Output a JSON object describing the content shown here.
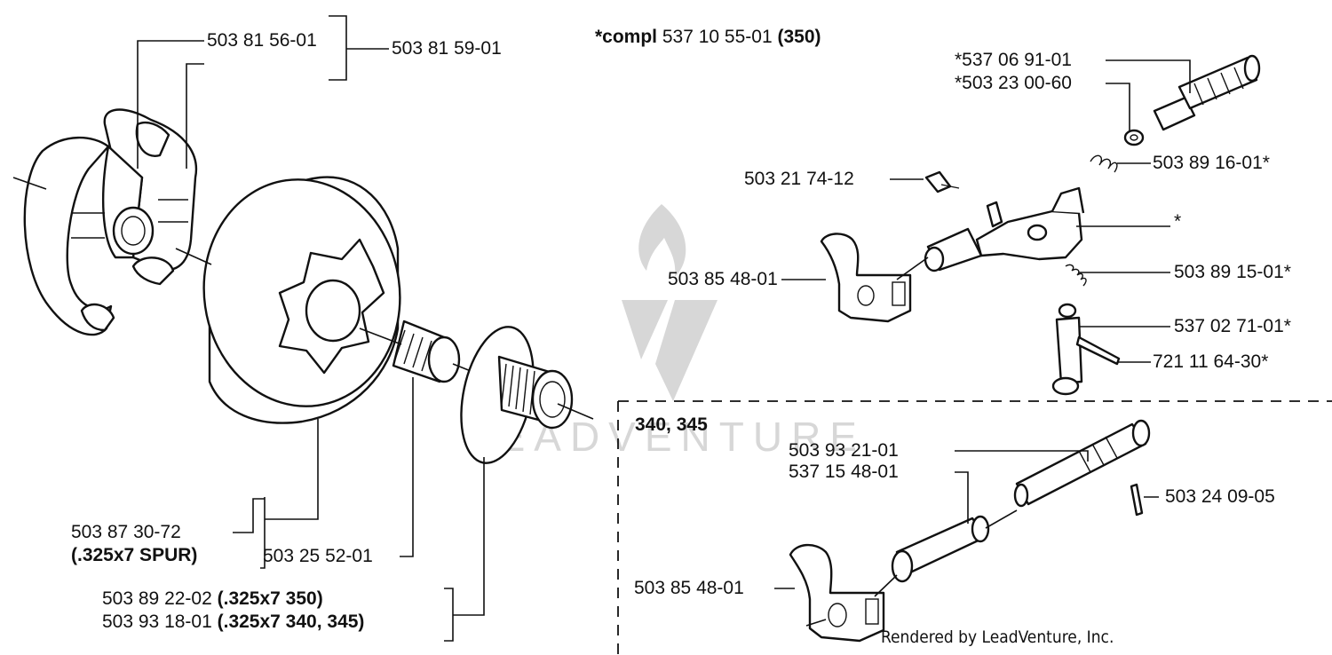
{
  "header": {
    "compl_prefix": "*compl",
    "compl_number": "537 10 55-01",
    "compl_model": "(350)"
  },
  "section_title": "340, 345",
  "watermark": {
    "text": "LEADVENTURE",
    "color": "#d7d7d7"
  },
  "footer": "Rendered by LeadVenture, Inc.",
  "labels": {
    "p1": "503 81 56-01",
    "p2": "503 81 59-01",
    "p3": "*537 06 91-01",
    "p4": "*503 23 00-60",
    "p5": "503 89 16-01*",
    "p6": "503 21 74-12",
    "p7": "*",
    "p8": "503 85 48-01",
    "p9": "503 89 15-01*",
    "p10": "537 02 71-01*",
    "p11": "721 11 64-30*",
    "p12": "503 93 21-01",
    "p13": "537 15 48-01",
    "p14": "503 24 09-05",
    "p15": "503 85 48-01",
    "p16": "503 87 30-72",
    "p16_note": "(.325x7 SPUR)",
    "p17": "503 25 52-01",
    "p18": "503 89 22-02",
    "p18_note": "(.325x7  350)",
    "p19": "503 93 18-01",
    "p19_note": "(.325x7  340, 345)"
  }
}
